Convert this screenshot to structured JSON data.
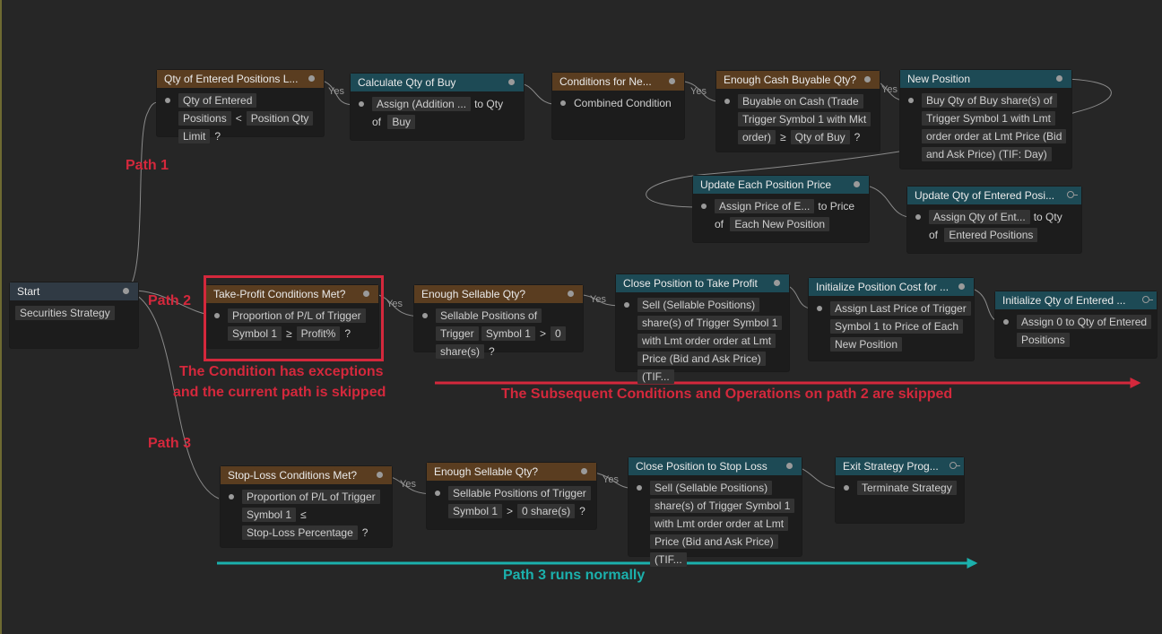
{
  "labels": {
    "yes": "Yes",
    "path1": "Path 1",
    "path2": "Path 2",
    "path3": "Path 3",
    "exception_line1": "The Condition has exceptions",
    "exception_line2": "and the current path is skipped",
    "skipped": "The Subsequent Conditions and Operations on path 2 are skipped",
    "normal": "Path 3 runs normally"
  },
  "colors": {
    "condition_header": "#5a3d20",
    "operation_header": "#1d4a55",
    "start_header": "#303a44",
    "annotation_red": "#d4283c",
    "annotation_teal": "#1bb0ac"
  },
  "nodes": {
    "start": {
      "title": "Start",
      "value": "Securities Strategy"
    },
    "qty_entered": {
      "title": "Qty of Entered Positions L...",
      "a": "Qty of Entered Positions",
      "op": "<",
      "b": "Position Qty Limit",
      "q": "?"
    },
    "calc_qty": {
      "title": "Calculate Qty of Buy",
      "a": "Assign (Addition ...",
      "b": "to Qty of",
      "c": "Buy"
    },
    "cond_new": {
      "title": "Conditions for Ne...",
      "a": "Combined Condition"
    },
    "enough_cash": {
      "title": "Enough Cash Buyable Qty?",
      "a": "Buyable on Cash (Trade Trigger Symbol 1 with Mkt order)",
      "op": "≥",
      "b": "Qty of Buy",
      "q": "?"
    },
    "new_position": {
      "title": "New Position",
      "a": "Buy Qty of Buy share(s) of Trigger Symbol 1 with Lmt order order at Lmt Price (Bid and Ask Price) (TIF: Day)"
    },
    "update_price": {
      "title": "Update Each Position Price",
      "a": "Assign Price of E...",
      "b": "to Price of",
      "c": "Each New Position"
    },
    "update_qty": {
      "title": "Update Qty of Entered Posi...",
      "a": "Assign Qty of Ent...",
      "b": "to Qty of",
      "c": "Entered Positions"
    },
    "take_profit": {
      "title": "Take-Profit Conditions Met?",
      "a": "Proportion of  P/L of Trigger",
      "b": "Symbol 1",
      "op": "≥",
      "c": "Profit%",
      "q": "?"
    },
    "sellable2": {
      "title": "Enough Sellable Qty?",
      "a": "Sellable Positions of Trigger",
      "b": "Symbol 1",
      "op": ">",
      "c": "0 share(s)",
      "q": "?"
    },
    "close_tp": {
      "title": "Close Position to Take Profit",
      "a": "Sell (Sellable Positions) share(s) of Trigger Symbol 1 with Lmt order order at Lmt Price (Bid and Ask Price) (TIF..."
    },
    "init_cost": {
      "title": "Initialize Position Cost for ...",
      "a": "Assign Last Price of Trigger Symbol 1 to Price of Each New Position"
    },
    "init_qty": {
      "title": "Initialize Qty of Entered ...",
      "a": "Assign 0 to Qty of Entered Positions"
    },
    "stop_loss": {
      "title": "Stop-Loss Conditions Met?",
      "a": "Proportion of  P/L of Trigger",
      "b": "Symbol 1",
      "op": "≤",
      "c": "Stop-Loss Percentage",
      "q": "?"
    },
    "sellable3": {
      "title": "Enough Sellable Qty?",
      "a": "Sellable Positions of Trigger",
      "b": "Symbol 1",
      "op": ">",
      "c": "0 share(s)",
      "q": "?"
    },
    "close_sl": {
      "title": "Close Position to Stop Loss",
      "a": "Sell (Sellable Positions) share(s) of Trigger Symbol 1 with Lmt order order at Lmt Price (Bid and Ask Price) (TIF..."
    },
    "exit": {
      "title": "Exit Strategy Prog...",
      "a": "Terminate Strategy"
    }
  }
}
